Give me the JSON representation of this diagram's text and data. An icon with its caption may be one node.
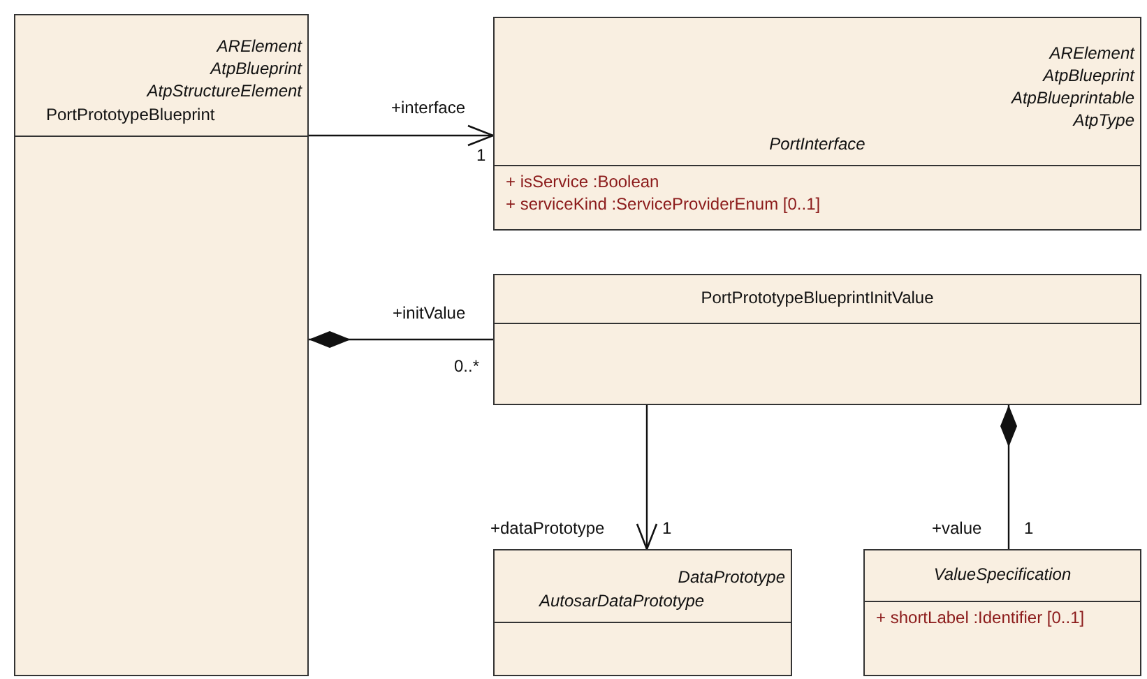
{
  "diagram": {
    "nodes": [
      {
        "text": [
          "ARElement",
          "AtpBlueprint",
          "AtpStructureElement",
          "PortPrototypeBlueprint"
        ]
      },
      {
        "text": [
          "ARElement",
          "AtpBlueprint",
          "AtpBlueprintable",
          "AtpType",
          "PortInterface",
          "+ isService :Boolean",
          "+ serviceKind :ServiceProviderEnum [0..1]"
        ]
      },
      {
        "text": [
          "PortPrototypeBlueprintInitValue"
        ]
      },
      {
        "text": [
          "DataPrototype",
          "AutosarDataPrototype"
        ]
      },
      {
        "text": [
          "ValueSpecification",
          "+ shortLabel :Identifier [0..1]"
        ]
      }
    ],
    "edges": [
      {
        "from": 0,
        "to": 1,
        "arrow": "to",
        "label": "+interface"
      },
      {
        "from": 0,
        "to": 2,
        "arrow": "other",
        "label": "+initValue"
      },
      {
        "from": 2,
        "to": 3,
        "arrow": "to",
        "label": "+dataPrototype"
      },
      {
        "from": 2,
        "to": 4,
        "arrow": "other",
        "label": "+value"
      }
    ],
    "labels": [
      "1",
      "0..*",
      "1",
      "1"
    ]
  }
}
